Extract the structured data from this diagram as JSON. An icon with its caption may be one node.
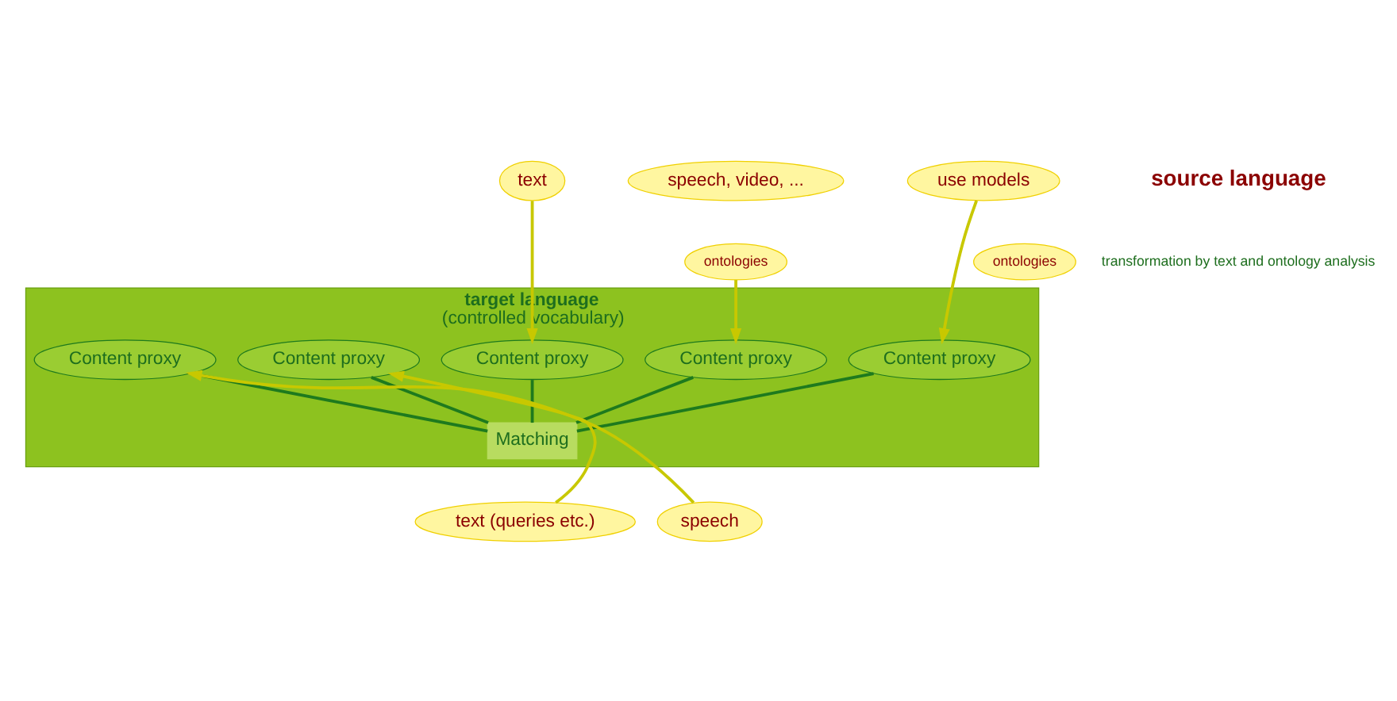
{
  "diagram": {
    "nodes": [
      {
        "text": [
          "target language",
          "(controlled vocabulary)"
        ]
      },
      {
        "text": [
          "Matching"
        ],
        "in": 0
      },
      {
        "text": [
          "Content proxy"
        ],
        "in": 0
      },
      {
        "text": [
          "Content proxy"
        ],
        "in": 0
      },
      {
        "text": [
          "Content proxy"
        ],
        "in": 0
      },
      {
        "text": [
          "Content proxy"
        ],
        "in": 0
      },
      {
        "text": [
          "Content proxy"
        ],
        "in": 0
      },
      {
        "text": [
          "text"
        ]
      },
      {
        "text": [
          "speech, video, ..."
        ]
      },
      {
        "text": [
          "ontologies"
        ]
      },
      {
        "text": [
          "use models"
        ]
      },
      {
        "text": [
          "ontologies"
        ]
      },
      {
        "text": [
          "text (queries etc.)"
        ]
      },
      {
        "text": [
          "speech"
        ]
      }
    ],
    "edges": [
      {
        "from": 7,
        "to": 2,
        "arrow": "to"
      },
      {
        "from": 9,
        "to": 3,
        "arrow": "to"
      },
      {
        "from": 10,
        "to": 4,
        "arrow": "to"
      },
      {
        "from": 12,
        "to": 5,
        "arrow": "to"
      },
      {
        "from": 13,
        "to": 6,
        "arrow": "to"
      },
      {
        "from": 2,
        "to": 1,
        "arrow": "none",
        "color": "#1e7a1e"
      },
      {
        "from": 3,
        "to": 1,
        "arrow": "none",
        "color": "#1e7a1e"
      },
      {
        "from": 4,
        "to": 1,
        "arrow": "none",
        "color": "#1e7a1e"
      },
      {
        "from": 5,
        "to": 1,
        "arrow": "none",
        "color": "#1e7a1e"
      },
      {
        "from": 6,
        "to": 1,
        "arrow": "none",
        "color": "#1e7a1e"
      }
    ],
    "labels": [
      "source language",
      "transformation by text and ontology analysis"
    ]
  }
}
